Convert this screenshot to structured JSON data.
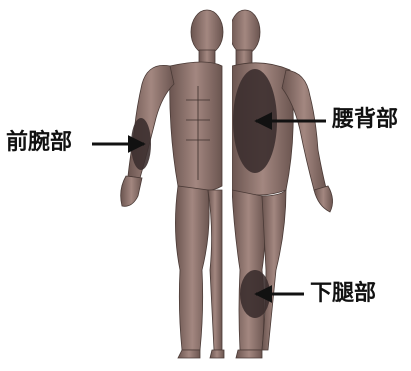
{
  "labels": {
    "forearm": "前腕部",
    "lower_back": "腰背部",
    "lower_leg": "下腿部"
  },
  "colors": {
    "muscle": "#8f6f6a",
    "muscle_dark": "#5a4540",
    "highlight": "#3c2f2f",
    "arrow": "#111111"
  }
}
